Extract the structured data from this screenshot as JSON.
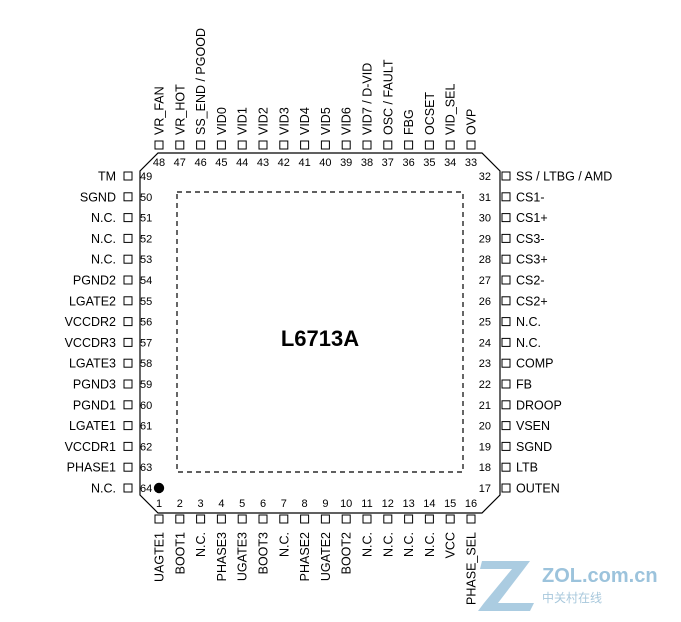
{
  "chip": {
    "part_number": "L6713A",
    "pins": [
      {
        "num": "1",
        "name": "UAGTE1"
      },
      {
        "num": "2",
        "name": "BOOT1"
      },
      {
        "num": "3",
        "name": "N.C."
      },
      {
        "num": "4",
        "name": "PHASE3"
      },
      {
        "num": "5",
        "name": "UGATE3"
      },
      {
        "num": "6",
        "name": "BOOT3"
      },
      {
        "num": "7",
        "name": "N.C."
      },
      {
        "num": "8",
        "name": "PHASE2"
      },
      {
        "num": "9",
        "name": "UGATE2"
      },
      {
        "num": "10",
        "name": "BOOT2"
      },
      {
        "num": "11",
        "name": "N.C."
      },
      {
        "num": "12",
        "name": "N.C."
      },
      {
        "num": "13",
        "name": "N.C."
      },
      {
        "num": "14",
        "name": "N.C."
      },
      {
        "num": "15",
        "name": "VCC"
      },
      {
        "num": "16",
        "name": "PHASE_SEL"
      },
      {
        "num": "17",
        "name": "OUTEN"
      },
      {
        "num": "18",
        "name": "LTB"
      },
      {
        "num": "19",
        "name": "SGND"
      },
      {
        "num": "20",
        "name": "VSEN"
      },
      {
        "num": "21",
        "name": "DROOP"
      },
      {
        "num": "22",
        "name": "FB"
      },
      {
        "num": "23",
        "name": "COMP"
      },
      {
        "num": "24",
        "name": "N.C."
      },
      {
        "num": "25",
        "name": "N.C."
      },
      {
        "num": "26",
        "name": "CS2+"
      },
      {
        "num": "27",
        "name": "CS2-"
      },
      {
        "num": "28",
        "name": "CS3+"
      },
      {
        "num": "29",
        "name": "CS3-"
      },
      {
        "num": "30",
        "name": "CS1+"
      },
      {
        "num": "31",
        "name": "CS1-"
      },
      {
        "num": "32",
        "name": "SS / LTBG / AMD"
      },
      {
        "num": "33",
        "name": "OVP"
      },
      {
        "num": "34",
        "name": "VID_SEL"
      },
      {
        "num": "35",
        "name": "OCSET"
      },
      {
        "num": "36",
        "name": "FBG"
      },
      {
        "num": "37",
        "name": "OSC / FAULT"
      },
      {
        "num": "38",
        "name": "VID7 / D-VID"
      },
      {
        "num": "39",
        "name": "VID6"
      },
      {
        "num": "40",
        "name": "VID5"
      },
      {
        "num": "41",
        "name": "VID4"
      },
      {
        "num": "42",
        "name": "VID3"
      },
      {
        "num": "43",
        "name": "VID2"
      },
      {
        "num": "44",
        "name": "VID1"
      },
      {
        "num": "45",
        "name": "VID0"
      },
      {
        "num": "46",
        "name": "SS_END / PGOOD"
      },
      {
        "num": "47",
        "name": "VR_HOT"
      },
      {
        "num": "48",
        "name": "VR_FAN"
      },
      {
        "num": "49",
        "name": "TM"
      },
      {
        "num": "50",
        "name": "SGND"
      },
      {
        "num": "51",
        "name": "N.C."
      },
      {
        "num": "52",
        "name": "N.C."
      },
      {
        "num": "53",
        "name": "N.C."
      },
      {
        "num": "54",
        "name": "PGND2"
      },
      {
        "num": "55",
        "name": "LGATE2"
      },
      {
        "num": "56",
        "name": "VCCDR2"
      },
      {
        "num": "57",
        "name": "VCCDR3"
      },
      {
        "num": "58",
        "name": "LGATE3"
      },
      {
        "num": "59",
        "name": "PGND3"
      },
      {
        "num": "60",
        "name": "PGND1"
      },
      {
        "num": "61",
        "name": "LGATE1"
      },
      {
        "num": "62",
        "name": "VCCDR1"
      },
      {
        "num": "63",
        "name": "PHASE1"
      },
      {
        "num": "64",
        "name": "N.C."
      }
    ]
  },
  "watermark": {
    "site": "ZOL.com.cn",
    "tagline": "中关村在线",
    "logo_color": "#9cc3dc"
  }
}
